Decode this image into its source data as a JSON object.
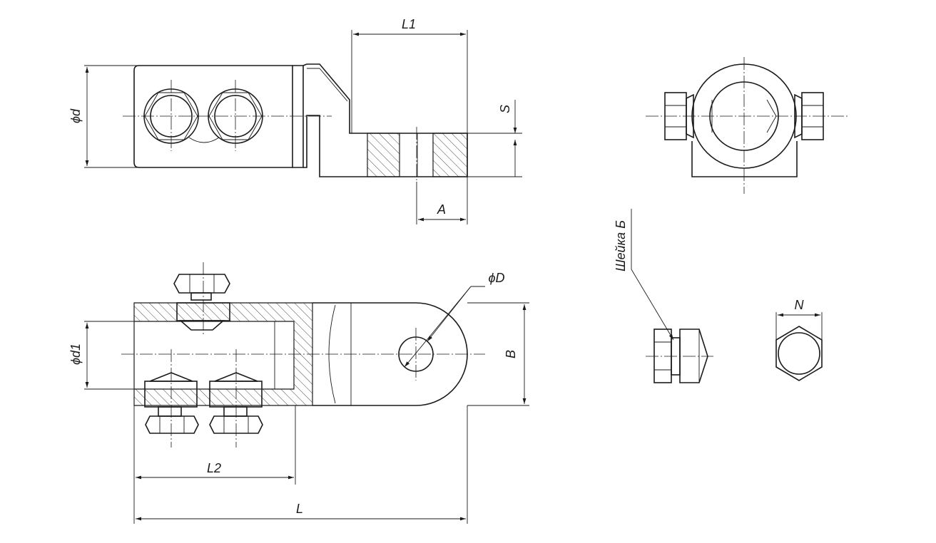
{
  "labels": {
    "dim_L1": "L1",
    "dim_S": "S",
    "dim_A": "A",
    "dim_phi_d": "ϕd",
    "dim_phi_D": "ϕD",
    "dim_phi_d1": "ϕd1",
    "dim_B": "B",
    "dim_L2": "L2",
    "dim_L": "L",
    "dim_N": "N",
    "note_sheika": "Шейка Б"
  },
  "colors": {
    "line": "#1a1a1a",
    "background": "#ffffff"
  }
}
